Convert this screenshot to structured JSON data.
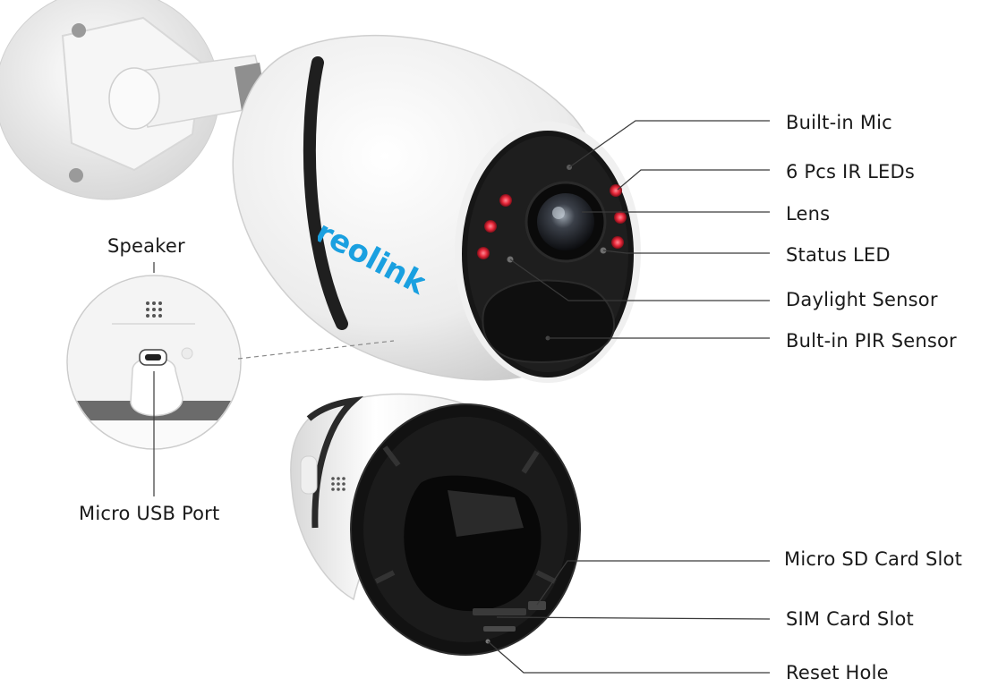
{
  "brand": {
    "logo_text": "reolink",
    "logo_color": "#1aa0e0"
  },
  "colors": {
    "camera_body": "#f3f3f3",
    "camera_face": "#1b1b1b",
    "ir_led": "#e8283a",
    "leader_line": "#3a3a3a"
  },
  "callouts": {
    "built_in_mic": "Built-in Mic",
    "ir_leds": "6 Pcs IR LEDs",
    "lens": "Lens",
    "status_led": "Status LED",
    "daylight_sensor": "Daylight Sensor",
    "pir_sensor": "Bult-in PIR Sensor",
    "speaker": "Speaker",
    "micro_usb_port": "Micro USB Port",
    "micro_sd_slot": "Micro SD Card Slot",
    "sim_slot": "SIM Card Slot",
    "reset_hole": "Reset Hole"
  },
  "icons": {
    "speaker_grille": "speaker-grille-icon",
    "usb_port": "usb-port-icon"
  }
}
